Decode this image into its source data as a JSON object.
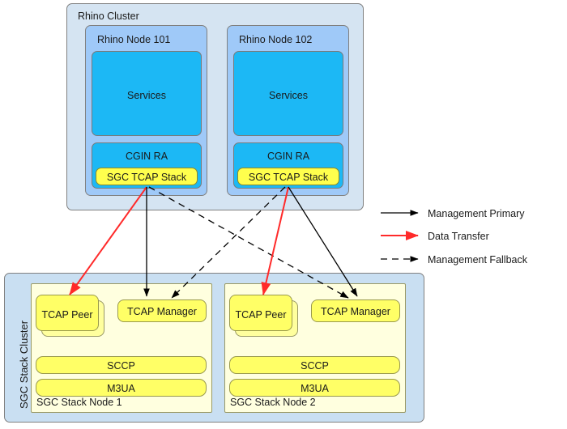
{
  "rhino_cluster": {
    "title": "Rhino Cluster",
    "nodes": [
      {
        "title": "Rhino Node 101",
        "services_label": "Services",
        "cgin_label": "CGIN RA",
        "tcap_stack_label": "SGC TCAP Stack"
      },
      {
        "title": "Rhino Node 102",
        "services_label": "Services",
        "cgin_label": "CGIN RA",
        "tcap_stack_label": "SGC TCAP Stack"
      }
    ]
  },
  "sgc_cluster": {
    "title": "SGC Stack Cluster",
    "nodes": [
      {
        "title": "SGC Stack Node 1",
        "peer_label": "TCAP Peer",
        "manager_label": "TCAP Manager",
        "sccp_label": "SCCP",
        "m3ua_label": "M3UA"
      },
      {
        "title": "SGC Stack Node 2",
        "peer_label": "TCAP Peer",
        "manager_label": "TCAP Manager",
        "sccp_label": "SCCP",
        "m3ua_label": "M3UA"
      }
    ]
  },
  "legend": {
    "items": [
      {
        "label": "Management Primary",
        "color": "#000000",
        "style": "solid"
      },
      {
        "label": "Data Transfer",
        "color": "#ff2a2a",
        "style": "solid"
      },
      {
        "label": "Management Fallback",
        "color": "#000000",
        "style": "dashed"
      }
    ]
  },
  "colors": {
    "cluster_blue": "#d5e4f2",
    "node_blue": "#9fc9f8",
    "services_blue": "#1cb8f5",
    "yellow": "#ffff66",
    "pale_yellow": "#ffffdf",
    "sgc_cluster_blue": "#c9dff2",
    "data_transfer_red": "#ff2a2a",
    "management_black": "#000000"
  },
  "connections": [
    {
      "from": "node101-tcap-stack",
      "to": "node1-tcap-peer",
      "type": "Data Transfer",
      "style": "solid",
      "color": "#ff2a2a"
    },
    {
      "from": "node101-tcap-stack",
      "to": "node1-tcap-manager",
      "type": "Management Primary",
      "style": "solid",
      "color": "#000000"
    },
    {
      "from": "node101-tcap-stack",
      "to": "node2-tcap-manager",
      "type": "Management Fallback",
      "style": "dashed",
      "color": "#000000"
    },
    {
      "from": "node102-tcap-stack",
      "to": "node2-tcap-peer",
      "type": "Data Transfer",
      "style": "solid",
      "color": "#ff2a2a"
    },
    {
      "from": "node102-tcap-stack",
      "to": "node2-tcap-manager",
      "type": "Management Primary",
      "style": "solid",
      "color": "#000000"
    },
    {
      "from": "node102-tcap-stack",
      "to": "node1-tcap-manager",
      "type": "Management Fallback",
      "style": "dashed",
      "color": "#000000"
    }
  ]
}
